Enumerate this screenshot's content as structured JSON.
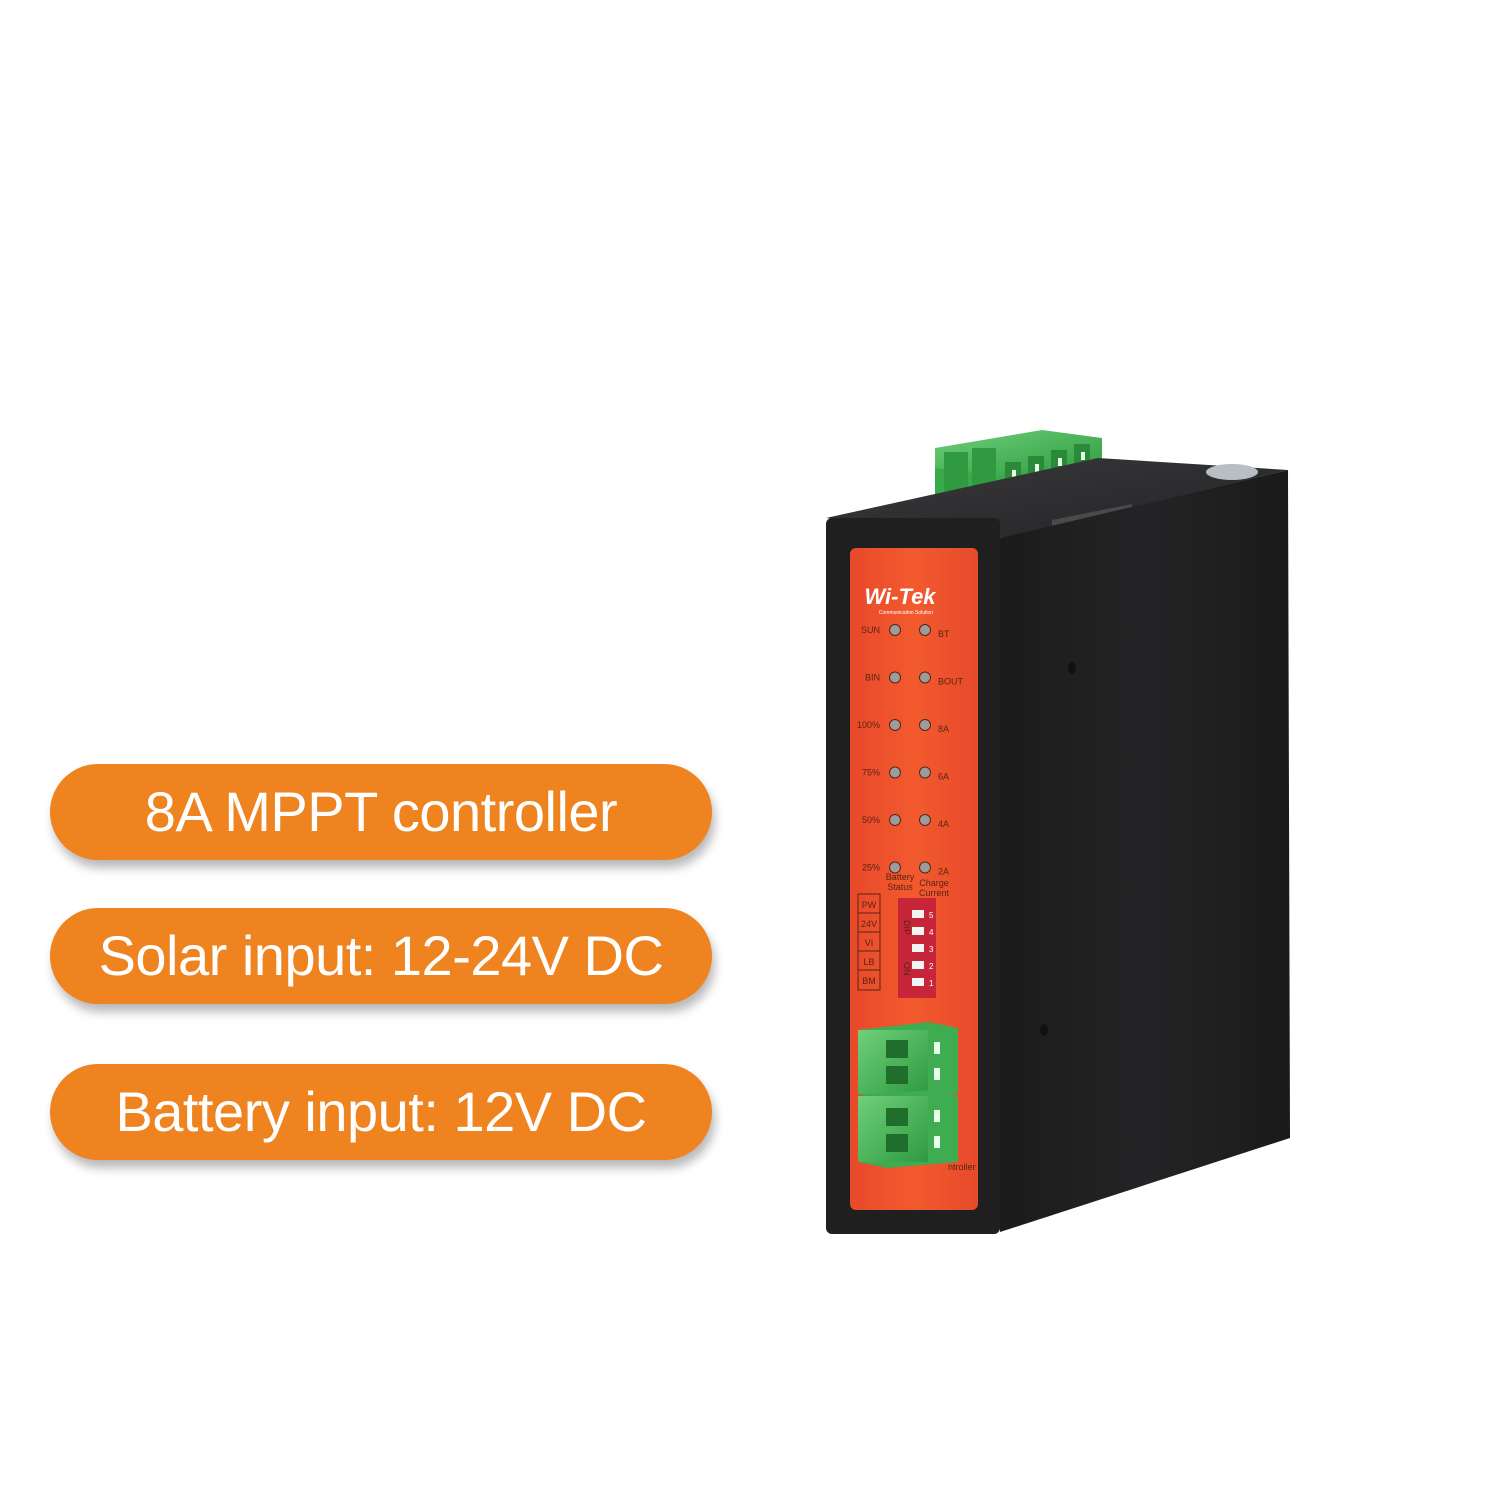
{
  "features": [
    {
      "label": "8A MPPT controller"
    },
    {
      "label": "Solar input: 12-24V DC"
    },
    {
      "label": "Battery input: 12V DC"
    }
  ],
  "device": {
    "brand": "Wi-Tek",
    "brand_tagline": "Communication Solution",
    "led_left": [
      "SUN",
      "BIN",
      "100%",
      "75%",
      "50%",
      "25%"
    ],
    "led_right": [
      "BT",
      "BOUT",
      "8A",
      "6A",
      "4A",
      "2A"
    ],
    "group_left": [
      "Battery",
      "Status"
    ],
    "group_right": [
      "Charge",
      "Current"
    ],
    "dip_labels": [
      "PW",
      "24V",
      "VI",
      "LB",
      "BM"
    ],
    "dip_header": "DIP",
    "dip_on": "ON",
    "dip_numbers": [
      "5",
      "4",
      "3",
      "2",
      "1"
    ],
    "footer_text": "ntroller",
    "colors": {
      "panel_orange": "#f0552b",
      "housing_dark": "#1e1e1f",
      "terminal_green": "#44b556",
      "pill_orange": "#ee831f"
    }
  }
}
